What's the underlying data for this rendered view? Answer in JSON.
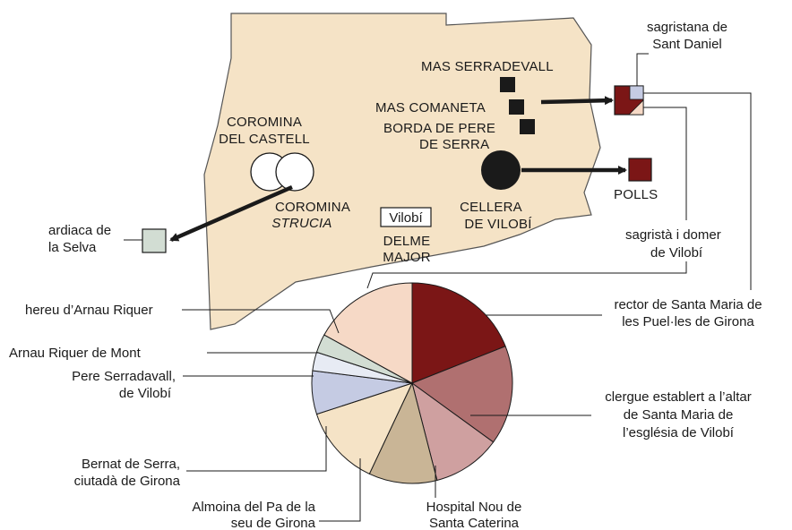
{
  "colors": {
    "territory_fill": "#f5e3c6",
    "territory_stroke": "#555555",
    "dark_red": "#7b1616",
    "mauve": "#b07070",
    "pink": "#cfa0a0",
    "tan": "#c9b596",
    "cream": "#f5e3c6",
    "light_blue": "#c5cbe3",
    "very_light_blue": "#e7ebf4",
    "light_green": "#d2ddd3",
    "peach": "#f6d9c6",
    "black": "#1a1a1a"
  },
  "places": {
    "coromina_castell_1": "COROMINA",
    "coromina_castell_2": "DEL CASTELL",
    "coromina_strucia_1": "COROMINA",
    "coromina_strucia_2": "STRUCIA",
    "mas_serradevall": "MAS SERRADEVALL",
    "mas_comaneta": "MAS COMANETA",
    "borda_1": "BORDA DE PERE",
    "borda_2": "DE SERRA",
    "cellera_1": "CELLERA",
    "cellera_2": "DE VILOBÍ",
    "vilobi_box": "Vilobí",
    "delme_1": "DELME",
    "delme_2": "MAJOR",
    "polls": "POLLS"
  },
  "recipients": {
    "ardiaca_1": "ardiaca de",
    "ardiaca_2": "la Selva",
    "sagristana_1": "sagristana de",
    "sagristana_2": "Sant Daniel",
    "sagrista_1": "sagristà i domer",
    "sagrista_2": "de Vilobí",
    "rector_1": "rector de Santa Maria de",
    "rector_2": "les Puel·les de Girona"
  },
  "chart_data": {
    "type": "pie",
    "slices": [
      {
        "label": "rector de Santa Maria de les Puel·les de Girona",
        "value": 19,
        "color": "#7b1616"
      },
      {
        "label": "clergue establert a l'altar de Santa Maria de l'església de Vilobí",
        "value": 16,
        "color": "#b07070"
      },
      {
        "label": "Hospital Nou de Santa Caterina",
        "value": 11,
        "color": "#cfa0a0"
      },
      {
        "label": "Almoina del Pa de la seu de Girona",
        "value": 11,
        "color": "#c9b596"
      },
      {
        "label": "Bernat de Serra, ciutadà de Girona",
        "value": 13,
        "color": "#f5e3c6"
      },
      {
        "label": "Pere Serradavall, de Vilobí",
        "value": 7,
        "color": "#c5cbe3"
      },
      {
        "label": "Arnau Riquer de Mont",
        "value": 3,
        "color": "#e7ebf4"
      },
      {
        "label": "hereu d'Arnau Riquer",
        "value": 3,
        "color": "#d2ddd3"
      },
      {
        "label": "sagristà i domer de Vilobí",
        "value": 17,
        "color": "#f6d9c6"
      }
    ],
    "labels": {
      "hereu_1": "hereu d’Arnau Riquer",
      "arnau_1": "Arnau Riquer de Mont",
      "pere_1": "Pere Serradavall,",
      "pere_2": "de Vilobí",
      "bernat_1": "Bernat de Serra,",
      "bernat_2": "ciutadà de Girona",
      "almoina_1": "Almoina del Pa de la",
      "almoina_2": "seu de Girona",
      "hospital_1": "Hospital Nou de",
      "hospital_2": "Santa Caterina",
      "clergue_1": "clergue establert a l’altar",
      "clergue_2": "de Santa Maria de",
      "clergue_3": "l’església de Vilobí"
    }
  }
}
